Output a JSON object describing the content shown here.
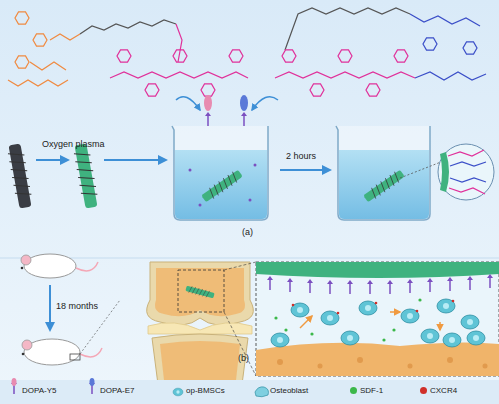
{
  "diagram": {
    "labels": [
      "Oxygen plasma",
      "2 hours",
      "(a)",
      "18 months",
      "(b)"
    ],
    "legend": [
      {
        "text": "DOPA-Y5"
      },
      {
        "text": "DOPA-E7"
      },
      {
        "text": "op-BMSCs"
      },
      {
        "text": "Osteoblast"
      },
      {
        "text": "SDF-1",
        "color": "#3cb84a"
      },
      {
        "text": "CXCR4",
        "color": "#d0302a"
      }
    ]
  }
}
